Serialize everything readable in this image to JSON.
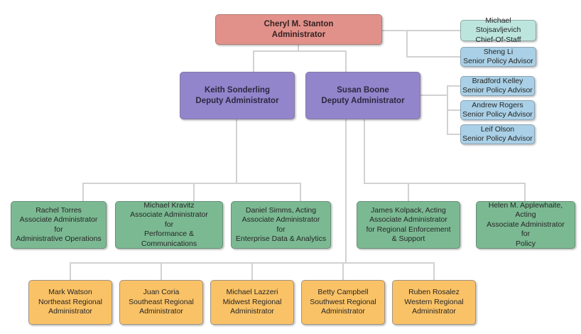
{
  "diagram": {
    "type": "org-chart",
    "colors": {
      "salmon": {
        "fill": "#E2918A",
        "border": "#AB7C76"
      },
      "purple": {
        "fill": "#9385CB",
        "border": "#837BA5"
      },
      "mint": {
        "fill": "#BCE5DE",
        "border": "#8FA9A5"
      },
      "blue": {
        "fill": "#A9D0E6",
        "border": "#8BA3B5"
      },
      "green": {
        "fill": "#7BB992",
        "border": "#678F77"
      },
      "orange": {
        "fill": "#FAC266",
        "border": "#9F9384"
      },
      "connector": "#D2D2D2"
    }
  },
  "nodes": [
    {
      "id": "cheryl-stanton",
      "parent": null,
      "lines": [
        "Cheryl M. Stanton",
        "Administrator"
      ]
    },
    {
      "id": "michael-stojsavljevich",
      "parent": "cheryl-stanton",
      "lines": [
        "Michael Stojsavljevich",
        "Chief-Of-Staff"
      ]
    },
    {
      "id": "sheng-li",
      "parent": "cheryl-stanton",
      "lines": [
        "Sheng Li",
        "Senior Policy Advisor"
      ]
    },
    {
      "id": "keith-sonderling",
      "parent": "cheryl-stanton",
      "lines": [
        "Keith Sonderling",
        "Deputy Administrator"
      ]
    },
    {
      "id": "susan-boone",
      "parent": "cheryl-stanton",
      "lines": [
        "Susan Boone",
        "Deputy Administrator"
      ]
    },
    {
      "id": "bradford-kelley",
      "parent": "susan-boone",
      "lines": [
        "Bradford Kelley",
        "Senior Policy Advisor"
      ]
    },
    {
      "id": "andrew-rogers",
      "parent": "susan-boone",
      "lines": [
        "Andrew Rogers",
        "Senior Policy Advisor"
      ]
    },
    {
      "id": "leif-olson",
      "parent": "susan-boone",
      "lines": [
        "Leif Olson",
        "Senior Policy Advisor"
      ]
    },
    {
      "id": "rachel-torres",
      "parent": "keith-sonderling",
      "lines": [
        "Rachel Torres",
        "Associate Administrator",
        "for",
        "Administrative Operations"
      ]
    },
    {
      "id": "michael-kravitz",
      "parent": "keith-sonderling",
      "lines": [
        "Michael Kravitz",
        "Associate Administrator",
        "for",
        "Performance & Communications"
      ]
    },
    {
      "id": "daniel-simms",
      "parent": "keith-sonderling",
      "lines": [
        "Daniel Simms, Acting",
        "Associate Administrator",
        "for",
        "Enterprise Data & Analytics"
      ]
    },
    {
      "id": "james-kolpack",
      "parent": "susan-boone",
      "lines": [
        "James Kolpack, Acting",
        "Associate Administrator",
        "for Regional Enforcement",
        "& Support"
      ]
    },
    {
      "id": "helen-applewhaite",
      "parent": "susan-boone",
      "lines": [
        "Helen M. Applewhaite, Acting",
        "Associate Administrator",
        "for",
        "Policy"
      ]
    },
    {
      "id": "mark-watson",
      "parent": "susan-boone",
      "lines": [
        "Mark Watson",
        "Northeast Regional",
        "Administrator"
      ]
    },
    {
      "id": "juan-coria",
      "parent": "susan-boone",
      "lines": [
        "Juan Coria",
        "Southeast Regional",
        "Administrator"
      ]
    },
    {
      "id": "michael-lazzeri",
      "parent": "susan-boone",
      "lines": [
        "Michael Lazzeri",
        "Midwest Regional",
        "Administrator"
      ]
    },
    {
      "id": "betty-campbell",
      "parent": "susan-boone",
      "lines": [
        "Betty Campbell",
        "Southwest Regional",
        "Administrator"
      ]
    },
    {
      "id": "ruben-rosalez",
      "parent": "susan-boone",
      "lines": [
        "Ruben Rosalez",
        "Western Regional",
        "Administrator"
      ]
    }
  ]
}
